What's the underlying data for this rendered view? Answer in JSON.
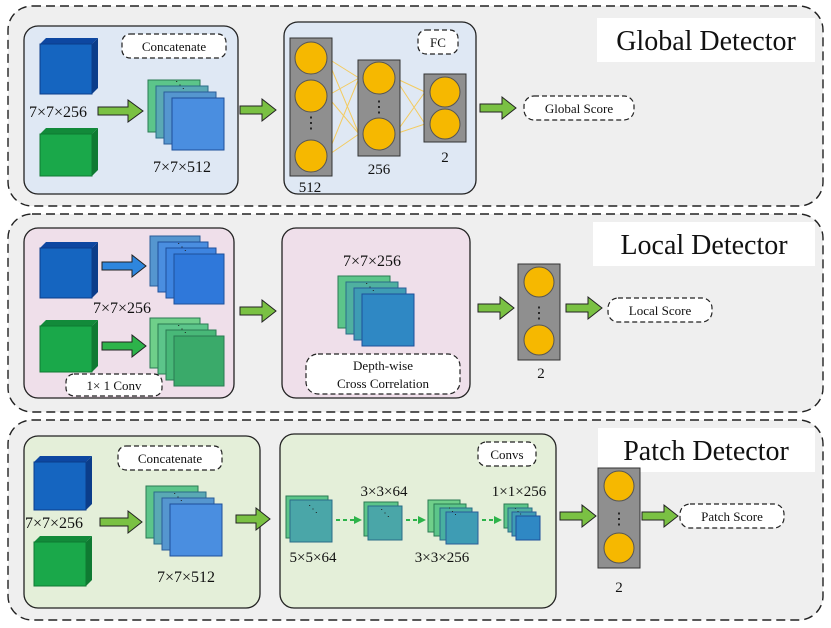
{
  "colors": {
    "blue_cube": "#1565c0",
    "green_cube": "#1aa84a",
    "arrow_green": "#7ac143",
    "node_fill": "#f6b800",
    "panel_global": "#dfe8f4",
    "panel_local": "#efdfea",
    "panel_patch": "#e4efd9",
    "outer_bg": "#efefef"
  },
  "global": {
    "title": "Global Detector",
    "concat_label": "Concatenate",
    "input_dims": "7×7×256",
    "concat_dims": "7×7×512",
    "fc_label": "FC",
    "layer_sizes": [
      "512",
      "256",
      "2"
    ],
    "output_label": "Global Score"
  },
  "local": {
    "title": "Local Detector",
    "input_dims": "7×7×256",
    "conv_label": "1× 1 Conv",
    "xcorr_dims": "7×7×256",
    "xcorr_label_line1": "Depth-wise",
    "xcorr_label_line2": "Cross  Correlation",
    "output_size": "2",
    "output_label": "Local Score"
  },
  "patch": {
    "title": "Patch Detector",
    "concat_label": "Concatenate",
    "input_dims": "7×7×256",
    "concat_dims": "7×7×512",
    "convs_label": "Convs",
    "conv_dims": [
      "5×5×64",
      "3×3×64",
      "3×3×256",
      "1×1×256"
    ],
    "output_size": "2",
    "output_label": "Patch Score"
  }
}
